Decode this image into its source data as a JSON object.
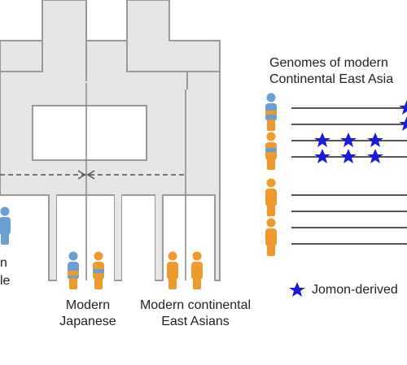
{
  "diagram": {
    "left_group_label_line1": "n",
    "left_group_label_line2": "le",
    "modern_japanese_line1": "Modern",
    "modern_japanese_line2": "Japanese",
    "continental_line1": "Modern continental",
    "continental_line2": "East Asians",
    "genomes_title_line1": "Genomes of modern",
    "genomes_title_line2": "Continental East Asia",
    "legend_label": "Jomon-derived"
  },
  "colors": {
    "tree_fill": "#e6e6e6",
    "tree_stroke": "#999999",
    "person_blue": "#6a9fd4",
    "person_orange": "#ee9a2e",
    "star_blue": "#1a1adb",
    "genome_line": "#555555",
    "arrow_dashed": "#555555"
  },
  "icons": [
    "person-icon",
    "star-icon"
  ]
}
